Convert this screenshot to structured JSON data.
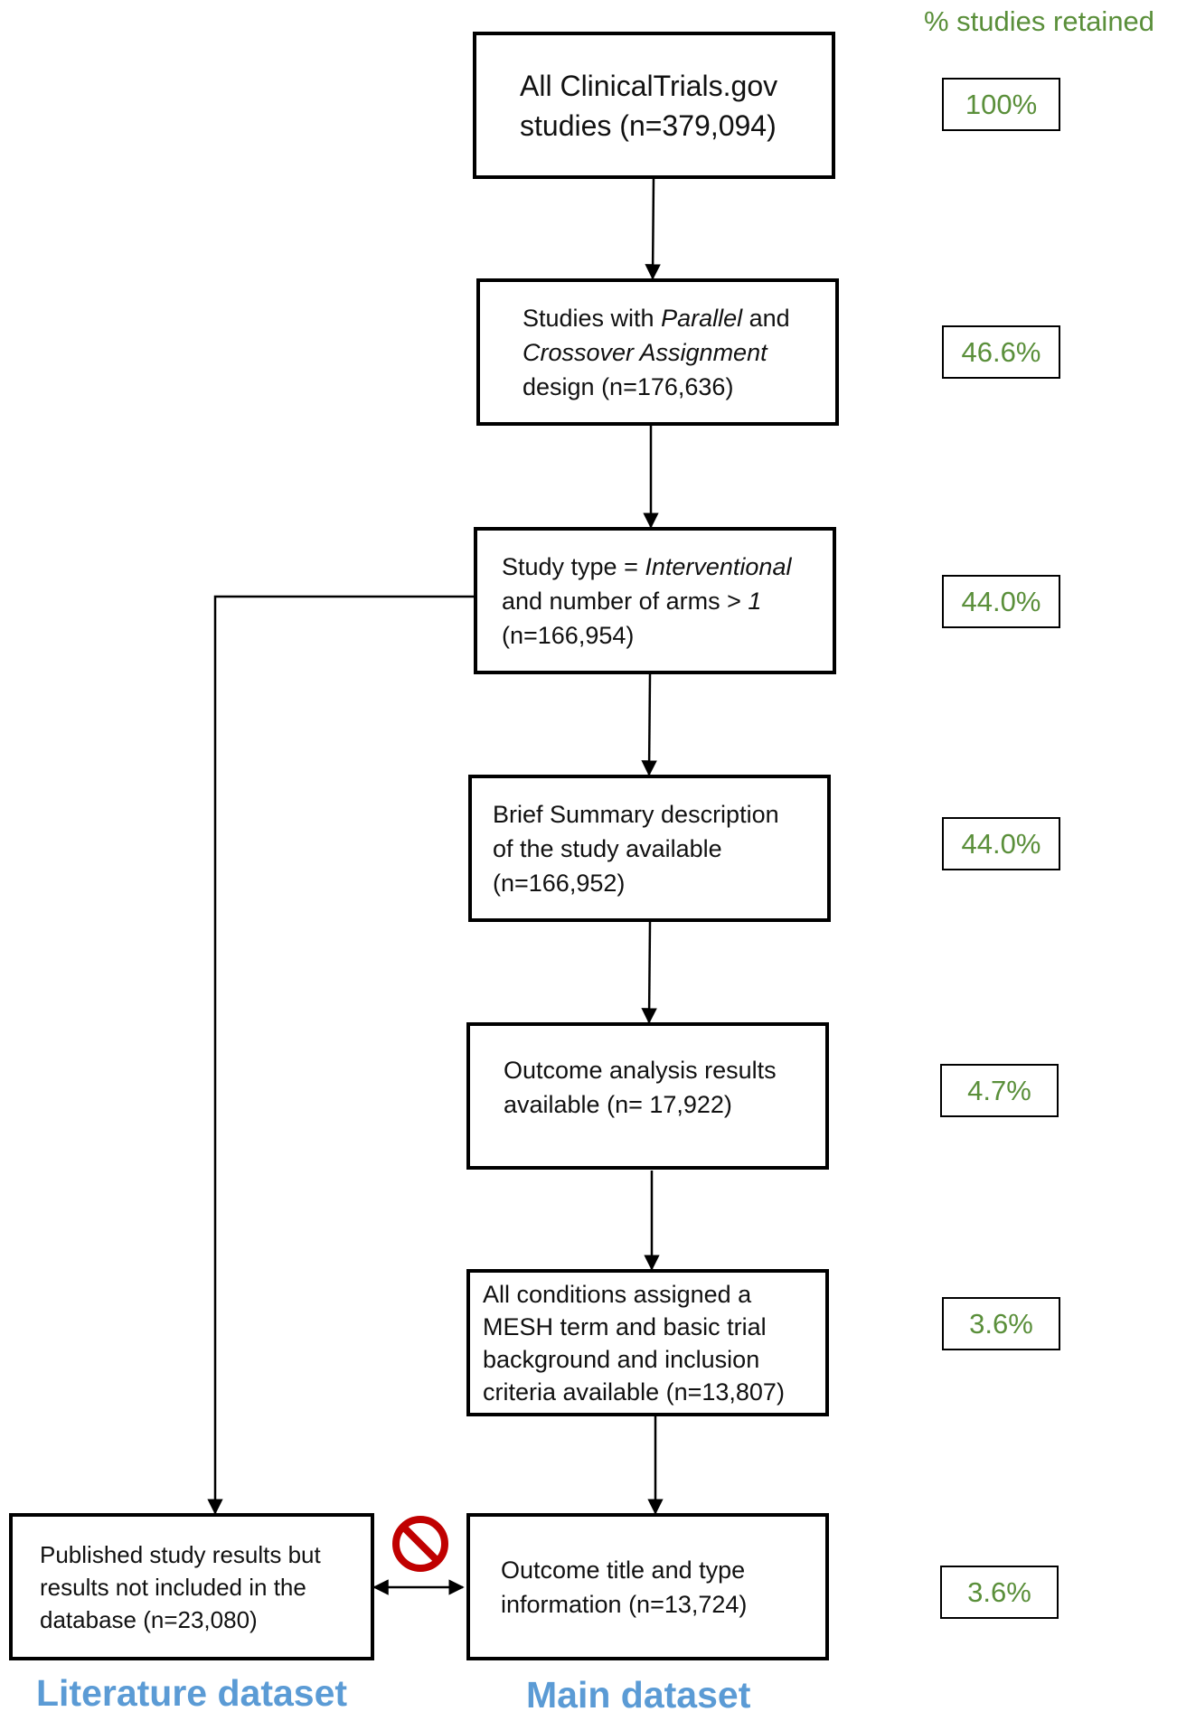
{
  "header": {
    "retained_title": "% studies retained"
  },
  "steps": [
    {
      "pre": "All ClinicalTrials.gov studies (n=379,094)",
      "percent": "100%"
    },
    {
      "pre": "Studies with ",
      "em1": "Parallel",
      "mid": " and ",
      "em2": "Crossover Assignment",
      "post": " design (n=176,636)",
      "percent": "46.6%"
    },
    {
      "pre": "Study type = ",
      "em1": "Interventional",
      "mid": " and number of arms > ",
      "em2": "1",
      "post": " (n=166,954)",
      "percent": "44.0%"
    },
    {
      "pre": "Brief Summary description of the study available (n=166,952)",
      "percent": "44.0%"
    },
    {
      "pre": "Outcome analysis results available (n= 17,922)",
      "percent": "4.7%"
    },
    {
      "pre": "All conditions assigned a MESH term and basic trial background and  inclusion criteria available (n=13,807)",
      "percent": "3.6%"
    },
    {
      "pre": "Outcome title and type information (n=13,724)",
      "percent": "3.6%"
    }
  ],
  "literature_box": {
    "text": "Published study results but results not included in the database (n=23,080)"
  },
  "footer": {
    "literature_label": "Literature dataset",
    "main_label": "Main dataset"
  },
  "icons": {
    "no_entry": "prohibited-icon",
    "no_entry_color": "#c00000"
  },
  "colors": {
    "percent_text": "#5a8f3a",
    "dataset_label": "#5b9bd5"
  }
}
